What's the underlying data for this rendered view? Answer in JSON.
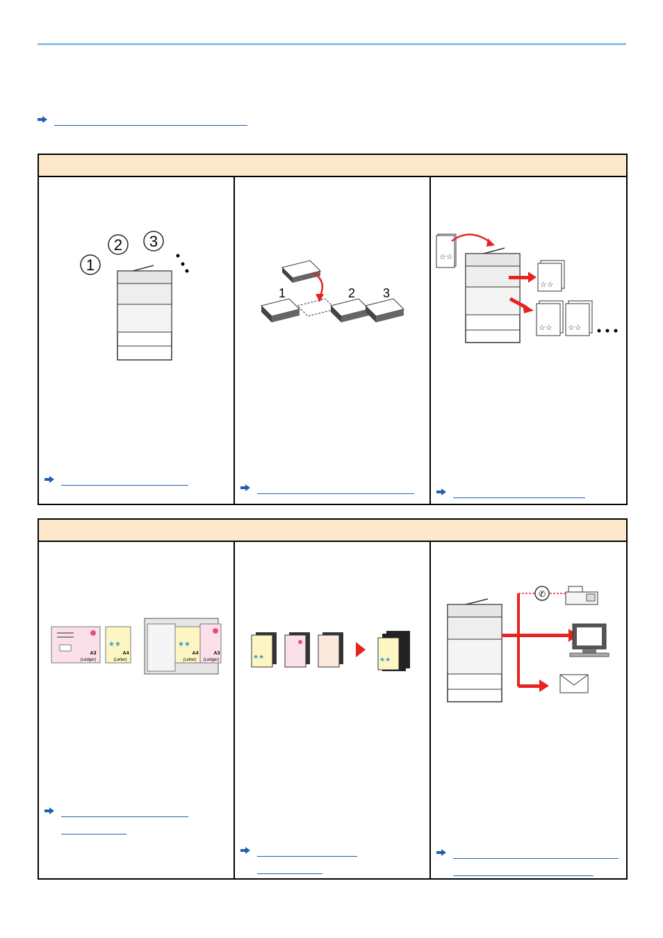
{
  "page": {
    "top_link": {
      "label": "",
      "arrow_icon": "arrow-right-icon"
    }
  },
  "sections": [
    {
      "header": "",
      "cells": [
        {
          "illustration": "job-queue-illustration",
          "numbers": [
            "1",
            "2",
            "3"
          ],
          "link_lines": [
            ""
          ]
        },
        {
          "illustration": "interrupt-copy-illustration",
          "numbers": [
            "1",
            "2",
            "3"
          ],
          "link_lines": [
            ""
          ]
        },
        {
          "illustration": "multi-copy-illustration",
          "link_lines": [
            ""
          ]
        }
      ]
    },
    {
      "header": "",
      "cells": [
        {
          "illustration": "mixed-size-originals-illustration",
          "labels": [
            "A3",
            "(Ledger)",
            "A4",
            "(Letter)",
            "A4",
            "(Letter)",
            "A3",
            "(Ledger)"
          ],
          "link_lines": [
            "",
            ""
          ]
        },
        {
          "illustration": "combine-documents-illustration",
          "link_lines": [
            "",
            ""
          ]
        },
        {
          "illustration": "send-destinations-illustration",
          "link_lines": [
            "",
            ""
          ]
        }
      ]
    }
  ],
  "colors": {
    "rule": "#8cc3ea",
    "header_bg": "#fde8c9",
    "link": "#1f5fb0",
    "accent_red": "#e8231f"
  }
}
